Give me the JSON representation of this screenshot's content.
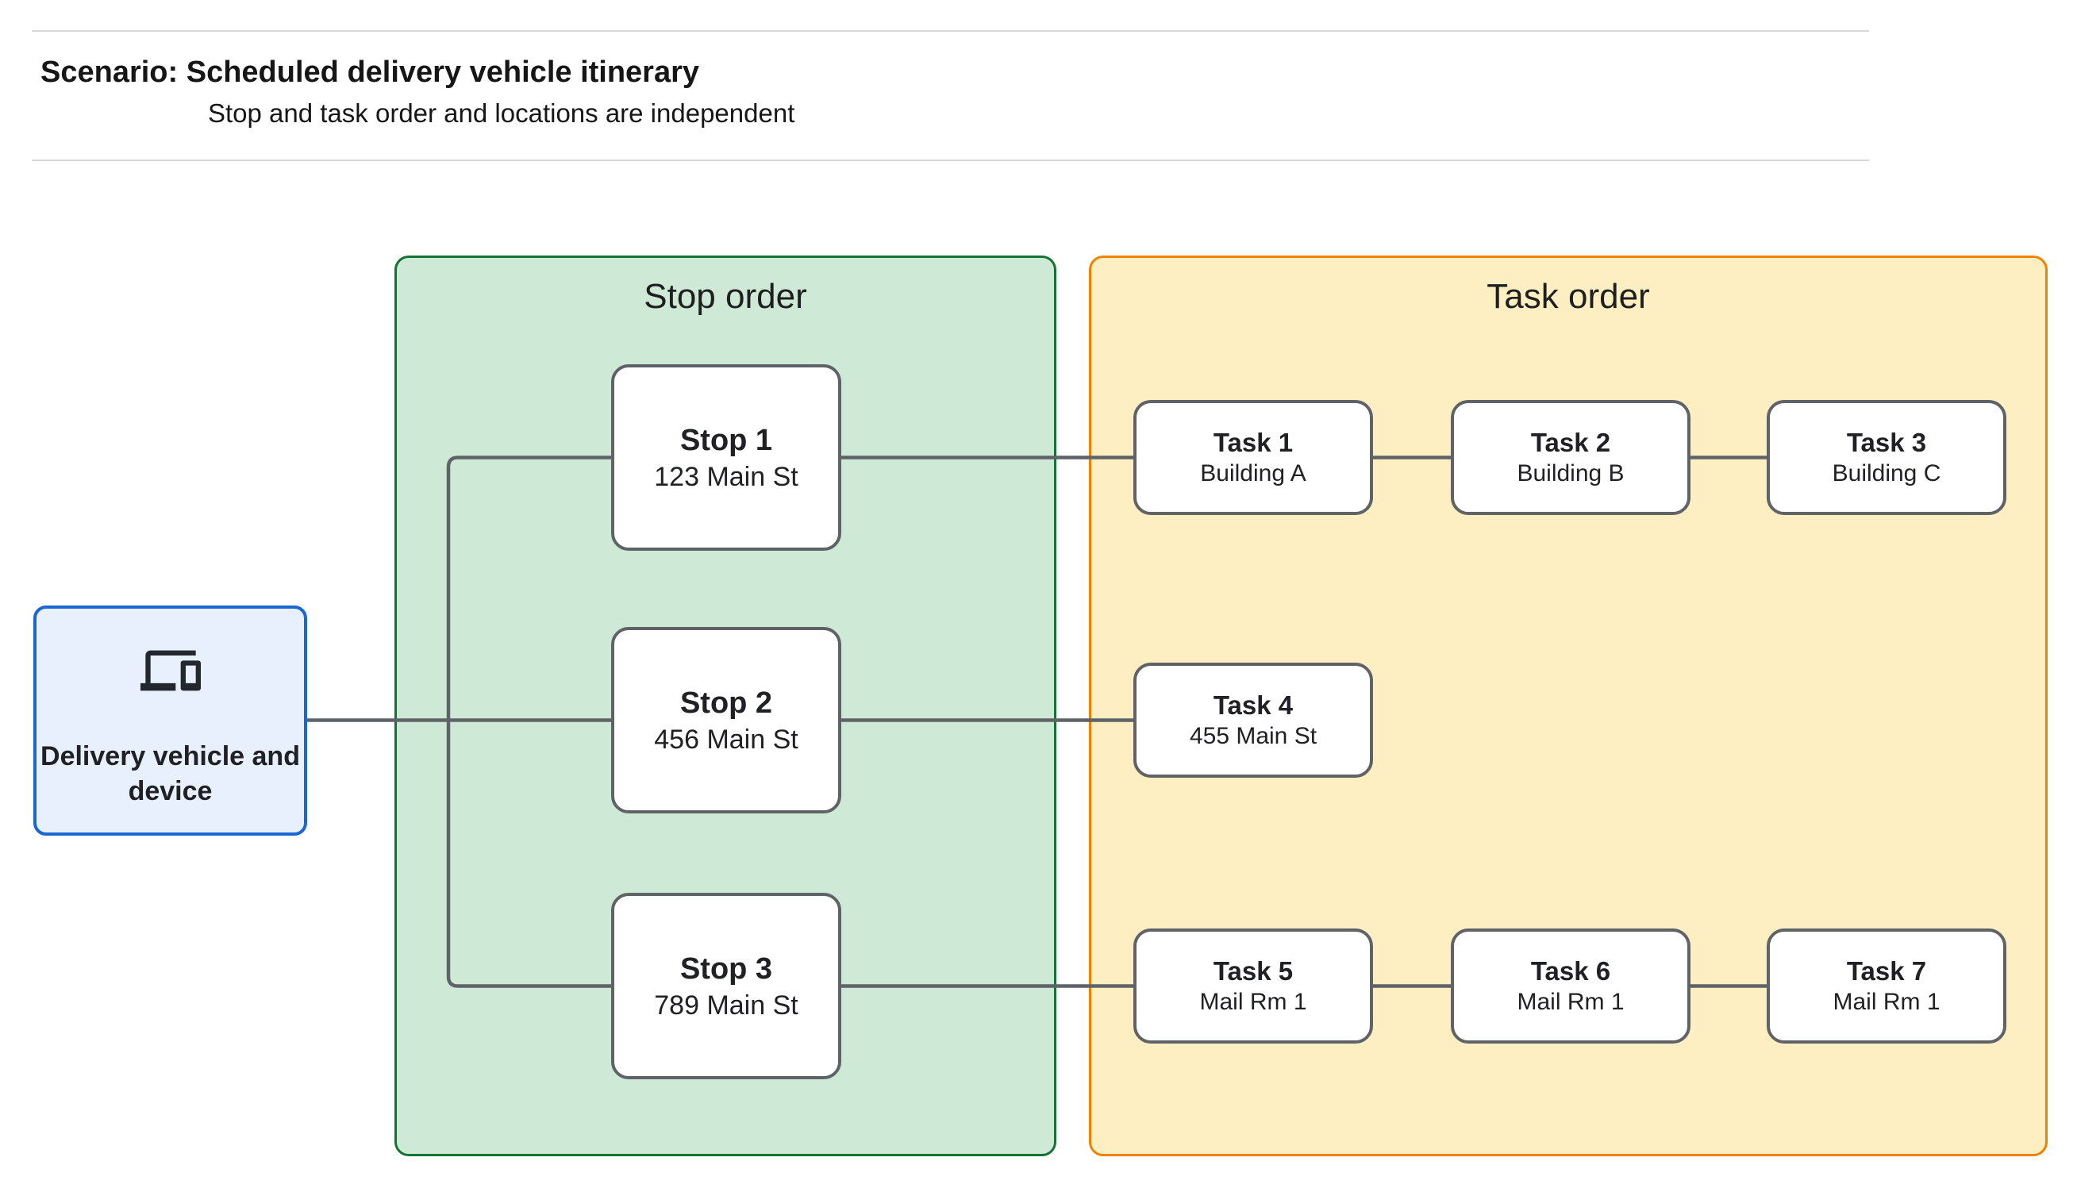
{
  "header": {
    "title": "Scenario: Scheduled delivery vehicle itinerary",
    "subtitle": "Stop and task order and locations are independent"
  },
  "vehicle_node": {
    "label": "Delivery vehicle and device",
    "icon": "devices-icon"
  },
  "stop_panel": {
    "title": "Stop order",
    "nodes": [
      {
        "title": "Stop 1",
        "subtitle": "123 Main St"
      },
      {
        "title": "Stop 2",
        "subtitle": "456 Main St"
      },
      {
        "title": "Stop 3",
        "subtitle": "789 Main St"
      }
    ]
  },
  "task_panel": {
    "title": "Task order",
    "nodes": [
      {
        "title": "Task 1",
        "subtitle": "Building A"
      },
      {
        "title": "Task 2",
        "subtitle": "Building B"
      },
      {
        "title": "Task 3",
        "subtitle": "Building C"
      },
      {
        "title": "Task 4",
        "subtitle": "455 Main St"
      },
      {
        "title": "Task 5",
        "subtitle": "Mail Rm 1"
      },
      {
        "title": "Task 6",
        "subtitle": "Mail Rm 1"
      },
      {
        "title": "Task 7",
        "subtitle": "Mail Rm 1"
      }
    ]
  },
  "colors": {
    "stop_panel_fill": "#ceead6",
    "stop_panel_border": "#137333",
    "task_panel_fill": "#feefc3",
    "task_panel_border": "#ef8200",
    "vehicle_fill": "#e8f0fe",
    "vehicle_border": "#1967d2",
    "node_border": "#5f6368",
    "connector_color": "#5f6368"
  }
}
